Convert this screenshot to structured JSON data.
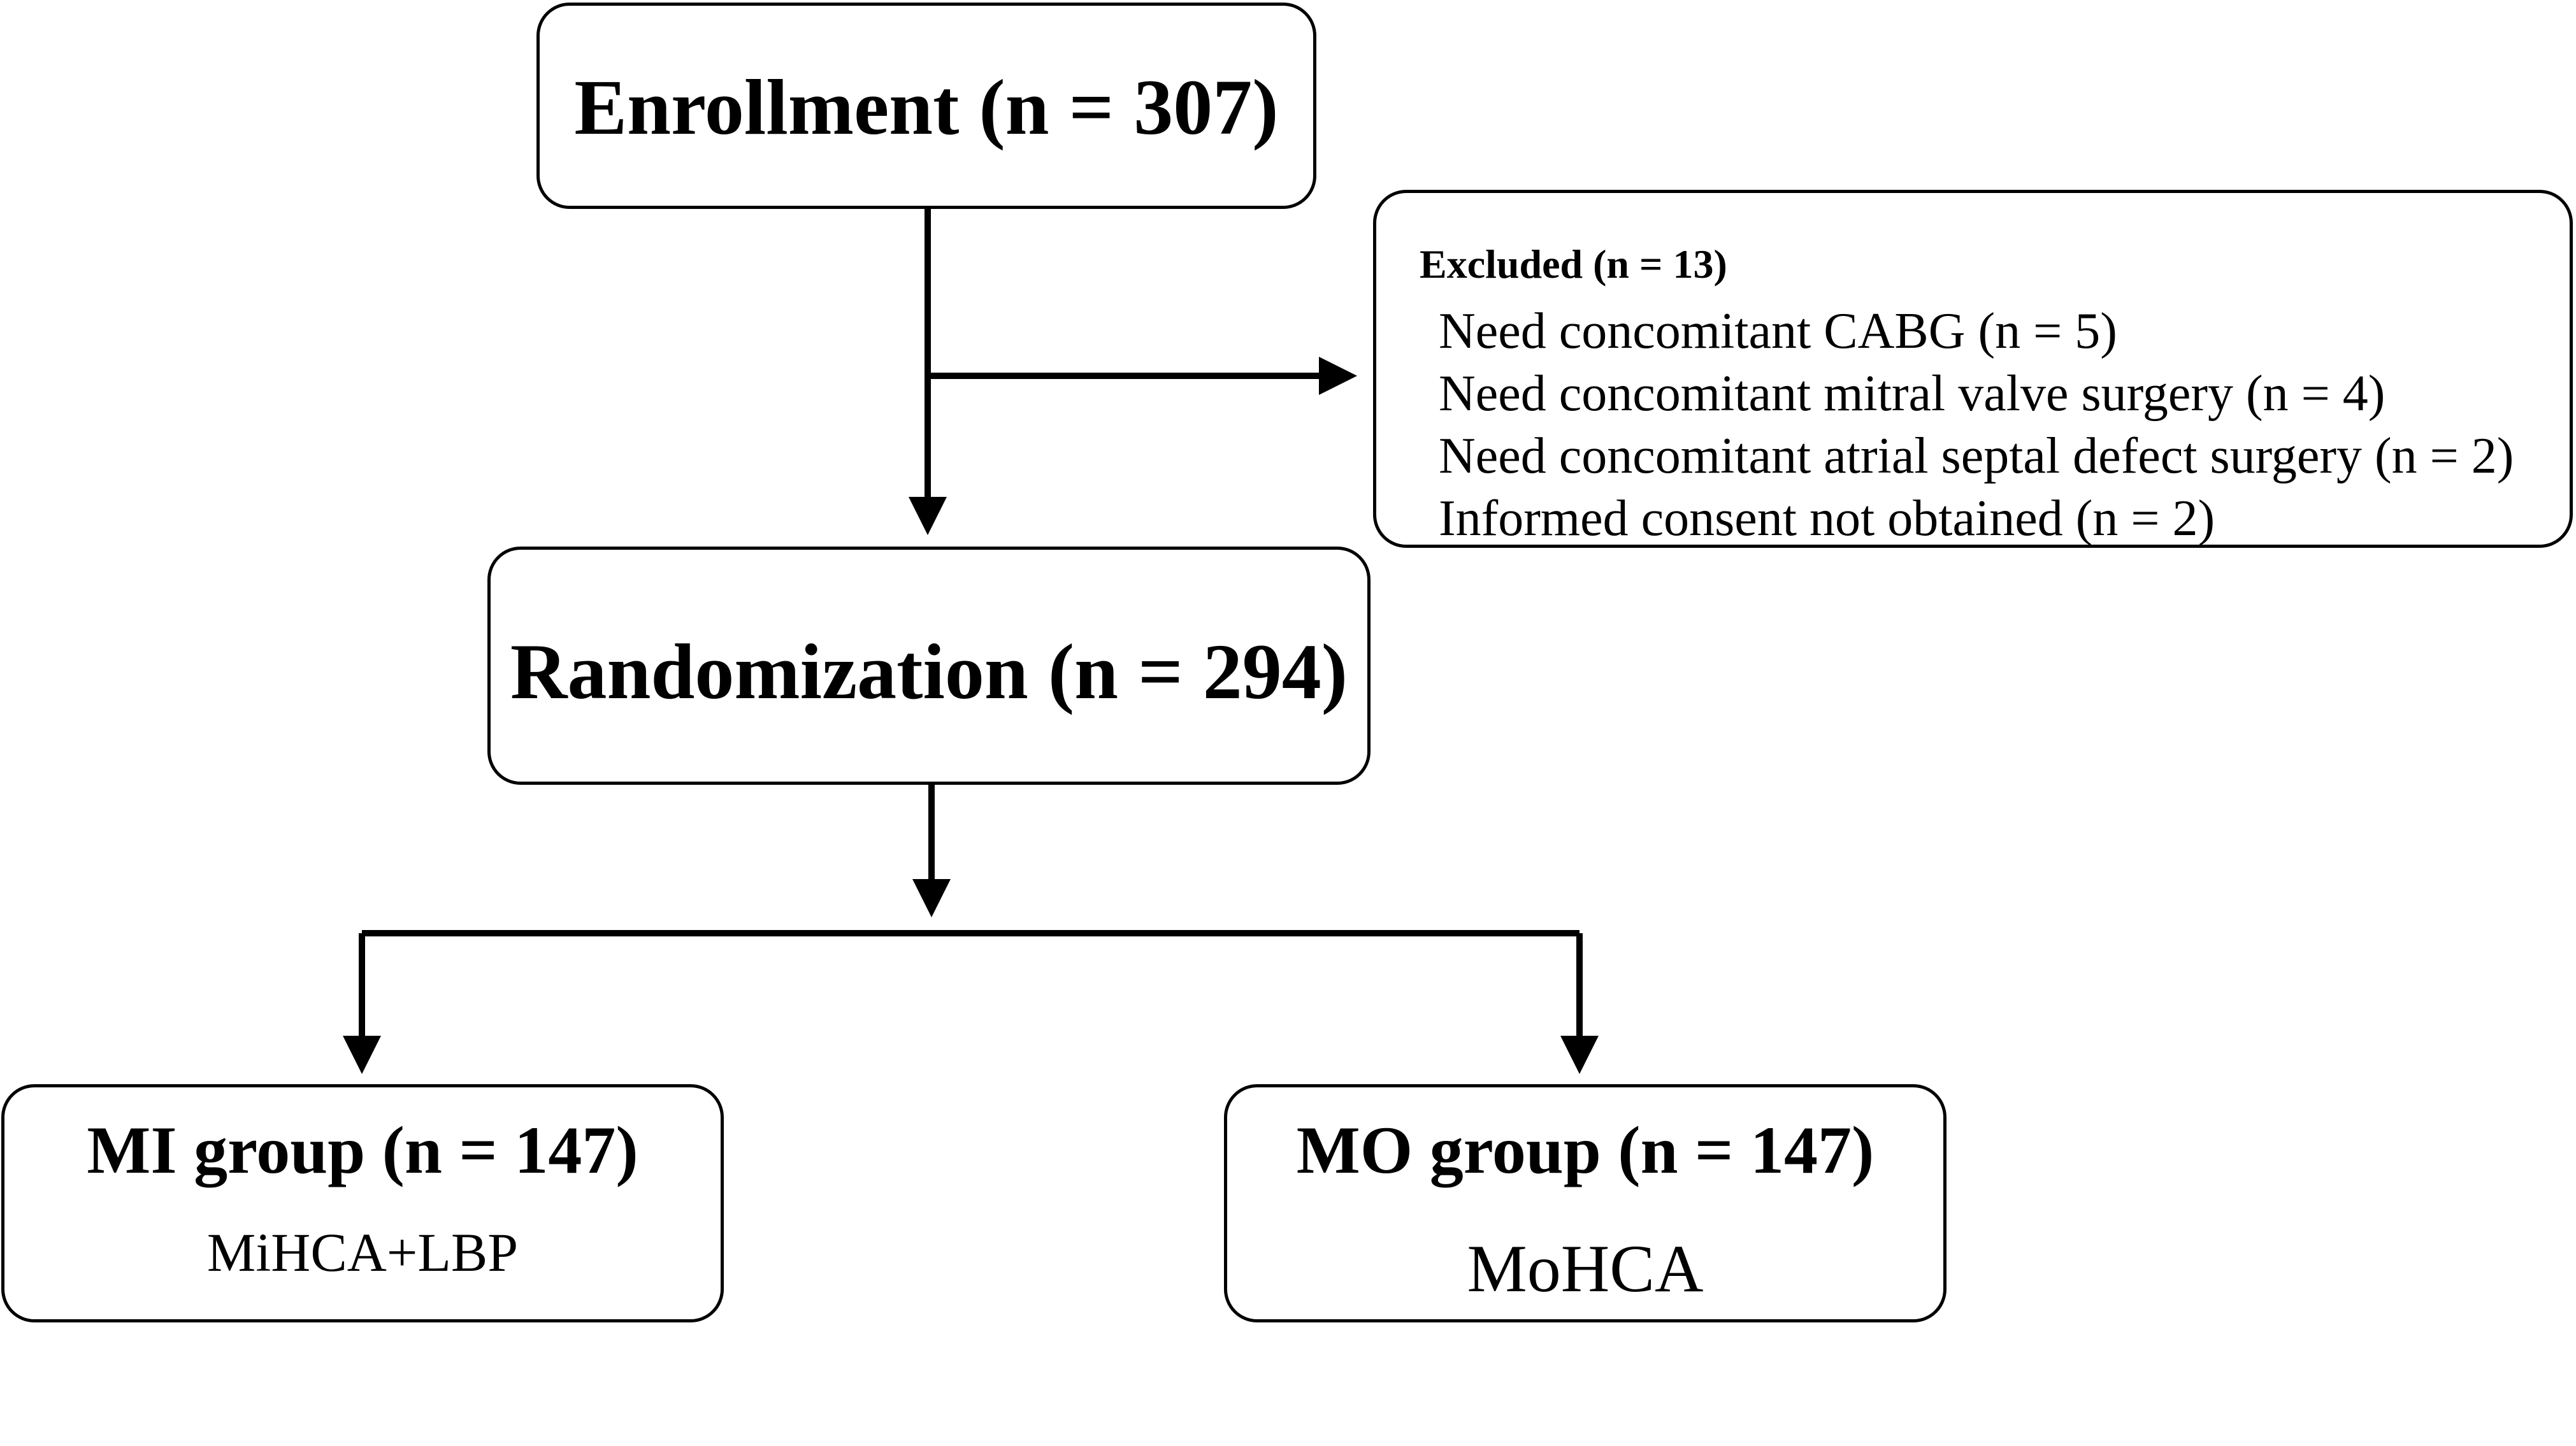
{
  "enrollment": {
    "title": "Enrollment (n = 307)"
  },
  "excluded": {
    "title": "Excluded (n = 13)",
    "items": [
      {
        "label": "Need concomitant CABG (n = 5)"
      },
      {
        "label": "Need concomitant mitral valve surgery (n = 4)"
      },
      {
        "label": "Need concomitant atrial septal defect surgery (n = 2)"
      },
      {
        "label": "Informed consent not obtained (n = 2)"
      }
    ]
  },
  "randomization": {
    "title": "Randomization (n = 294)"
  },
  "groups": [
    {
      "title": "MI group (n = 147)",
      "subtitle": "MiHCA+LBP"
    },
    {
      "title": "MO group (n = 147)",
      "subtitle": "MoHCA"
    }
  ]
}
